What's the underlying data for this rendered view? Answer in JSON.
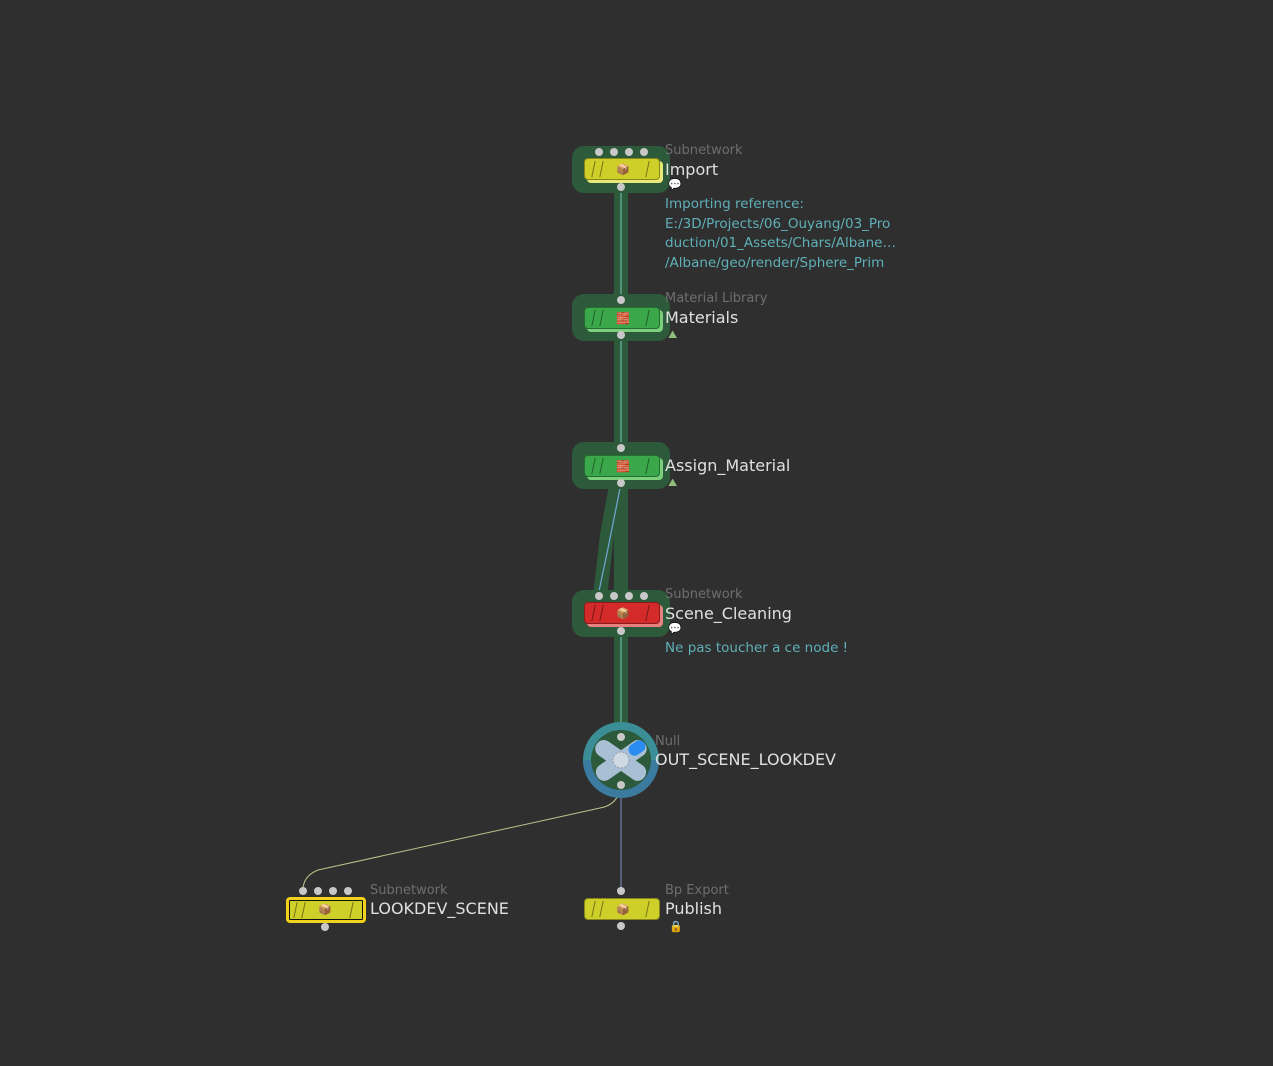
{
  "colors": {
    "background": "#2f2f2f",
    "yellow": "#cfcf2a",
    "green": "#3aa84a",
    "red": "#d42a2a",
    "comment": "#5fb0b8",
    "flow": "#2d5a3a"
  },
  "nodes": [
    {
      "type": "Subnetwork",
      "name": "Import",
      "comment_lines": [
        "Importing reference:",
        "E:/3D/Projects/06_Ouyang/03_Pro",
        "duction/01_Assets/Chars/Albane…",
        "/Albane/geo/render/Sphere_Prim"
      ]
    },
    {
      "type": "Material Library",
      "name": "Materials"
    },
    {
      "type": "",
      "name": "Assign_Material"
    },
    {
      "type": "Subnetwork",
      "name": "Scene_Cleaning",
      "comment_lines": [
        "Ne pas toucher a ce node !"
      ]
    },
    {
      "type": "Null",
      "name": "OUT_SCENE_LOOKDEV"
    },
    {
      "type": "Subnetwork",
      "name": "LOOKDEV_SCENE"
    },
    {
      "type": "Bp Export",
      "name": "Publish"
    }
  ]
}
